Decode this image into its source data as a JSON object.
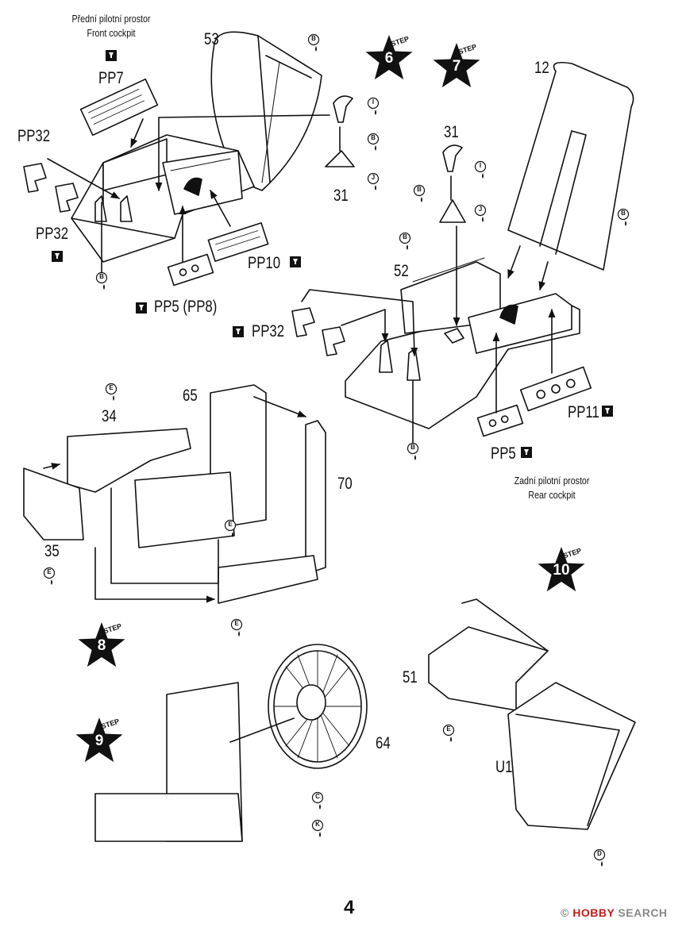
{
  "page": {
    "number": "4"
  },
  "captions": {
    "front_cs": "Přední pilotní prostor",
    "front_en": "Front cockpit",
    "rear_cs": "Zadní pilotní prostor",
    "rear_en": "Rear cockpit"
  },
  "steps": [
    {
      "word": "STEP",
      "num": "6"
    },
    {
      "word": "STEP",
      "num": "7"
    },
    {
      "word": "STEP",
      "num": "8"
    },
    {
      "word": "STEP",
      "num": "9"
    },
    {
      "word": "STEP",
      "num": "10"
    }
  ],
  "part_numbers": {
    "p53": "53",
    "pp7": "PP7",
    "pp32a": "PP32",
    "pp32b": "PP32",
    "p31a": "31",
    "pp10": "PP10",
    "pp5pp8": "PP5 (PP8)",
    "p12": "12",
    "p31b": "31",
    "p52": "52",
    "pp32c": "PP32",
    "pp11": "PP11",
    "pp5": "PP5",
    "p65": "65",
    "p34": "34",
    "p70": "70",
    "p35": "35",
    "p51": "51",
    "p64": "64",
    "u1": "U1"
  },
  "paint_codes": [
    "B",
    "I",
    "B",
    "J",
    "B",
    "I",
    "B",
    "J",
    "B",
    "B",
    "B",
    "E",
    "E",
    "E",
    "E",
    "E",
    "C",
    "K",
    "D"
  ],
  "watermark": {
    "brand": "HOBBY",
    "rest": " SEARCH",
    "mark": "©"
  }
}
